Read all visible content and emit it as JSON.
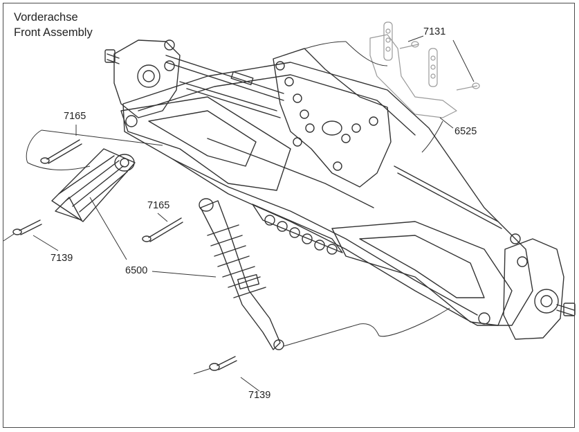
{
  "title": {
    "line1": "Vorderachse",
    "line2": "Front Assembly"
  },
  "part_numbers": {
    "screw_top_left": "7165",
    "screw_middle": "7165",
    "body_post_screw": "7131",
    "body_mount": "6525",
    "shock_absorber": "6500",
    "lower_screw_left": "7139",
    "lower_screw_bottom": "7139"
  },
  "colors": {
    "line": "#333333",
    "light_line": "#9a9a9a",
    "frame": "#4a4a4a"
  }
}
